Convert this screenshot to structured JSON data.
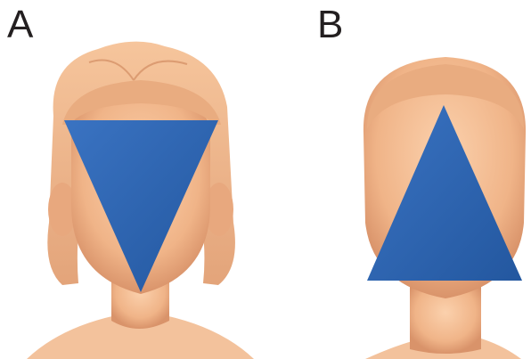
{
  "panels": [
    {
      "label": "A",
      "triangle": "inverted"
    },
    {
      "label": "B",
      "triangle": "upright"
    }
  ],
  "colors": {
    "skin": "#f0b488",
    "skin_shadow": "#d9936a",
    "triangle": "#2e64b0",
    "label": "#231f20"
  }
}
